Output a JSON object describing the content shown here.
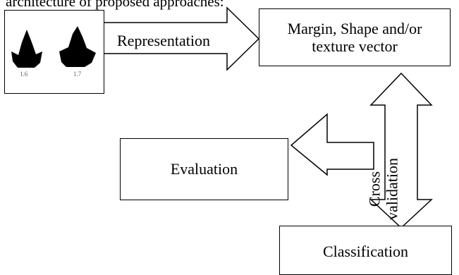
{
  "caption": "architecture of proposed approaches:",
  "thumbnail": {
    "leaf_numbers": [
      "1.6",
      "1.7"
    ]
  },
  "nodes": {
    "margin_vector": "Margin, Shape and/or texture vector",
    "evaluation": "Evaluation",
    "classification": "Classification"
  },
  "edges": {
    "representation": "Representation",
    "cross_validation": "Cross validation"
  }
}
